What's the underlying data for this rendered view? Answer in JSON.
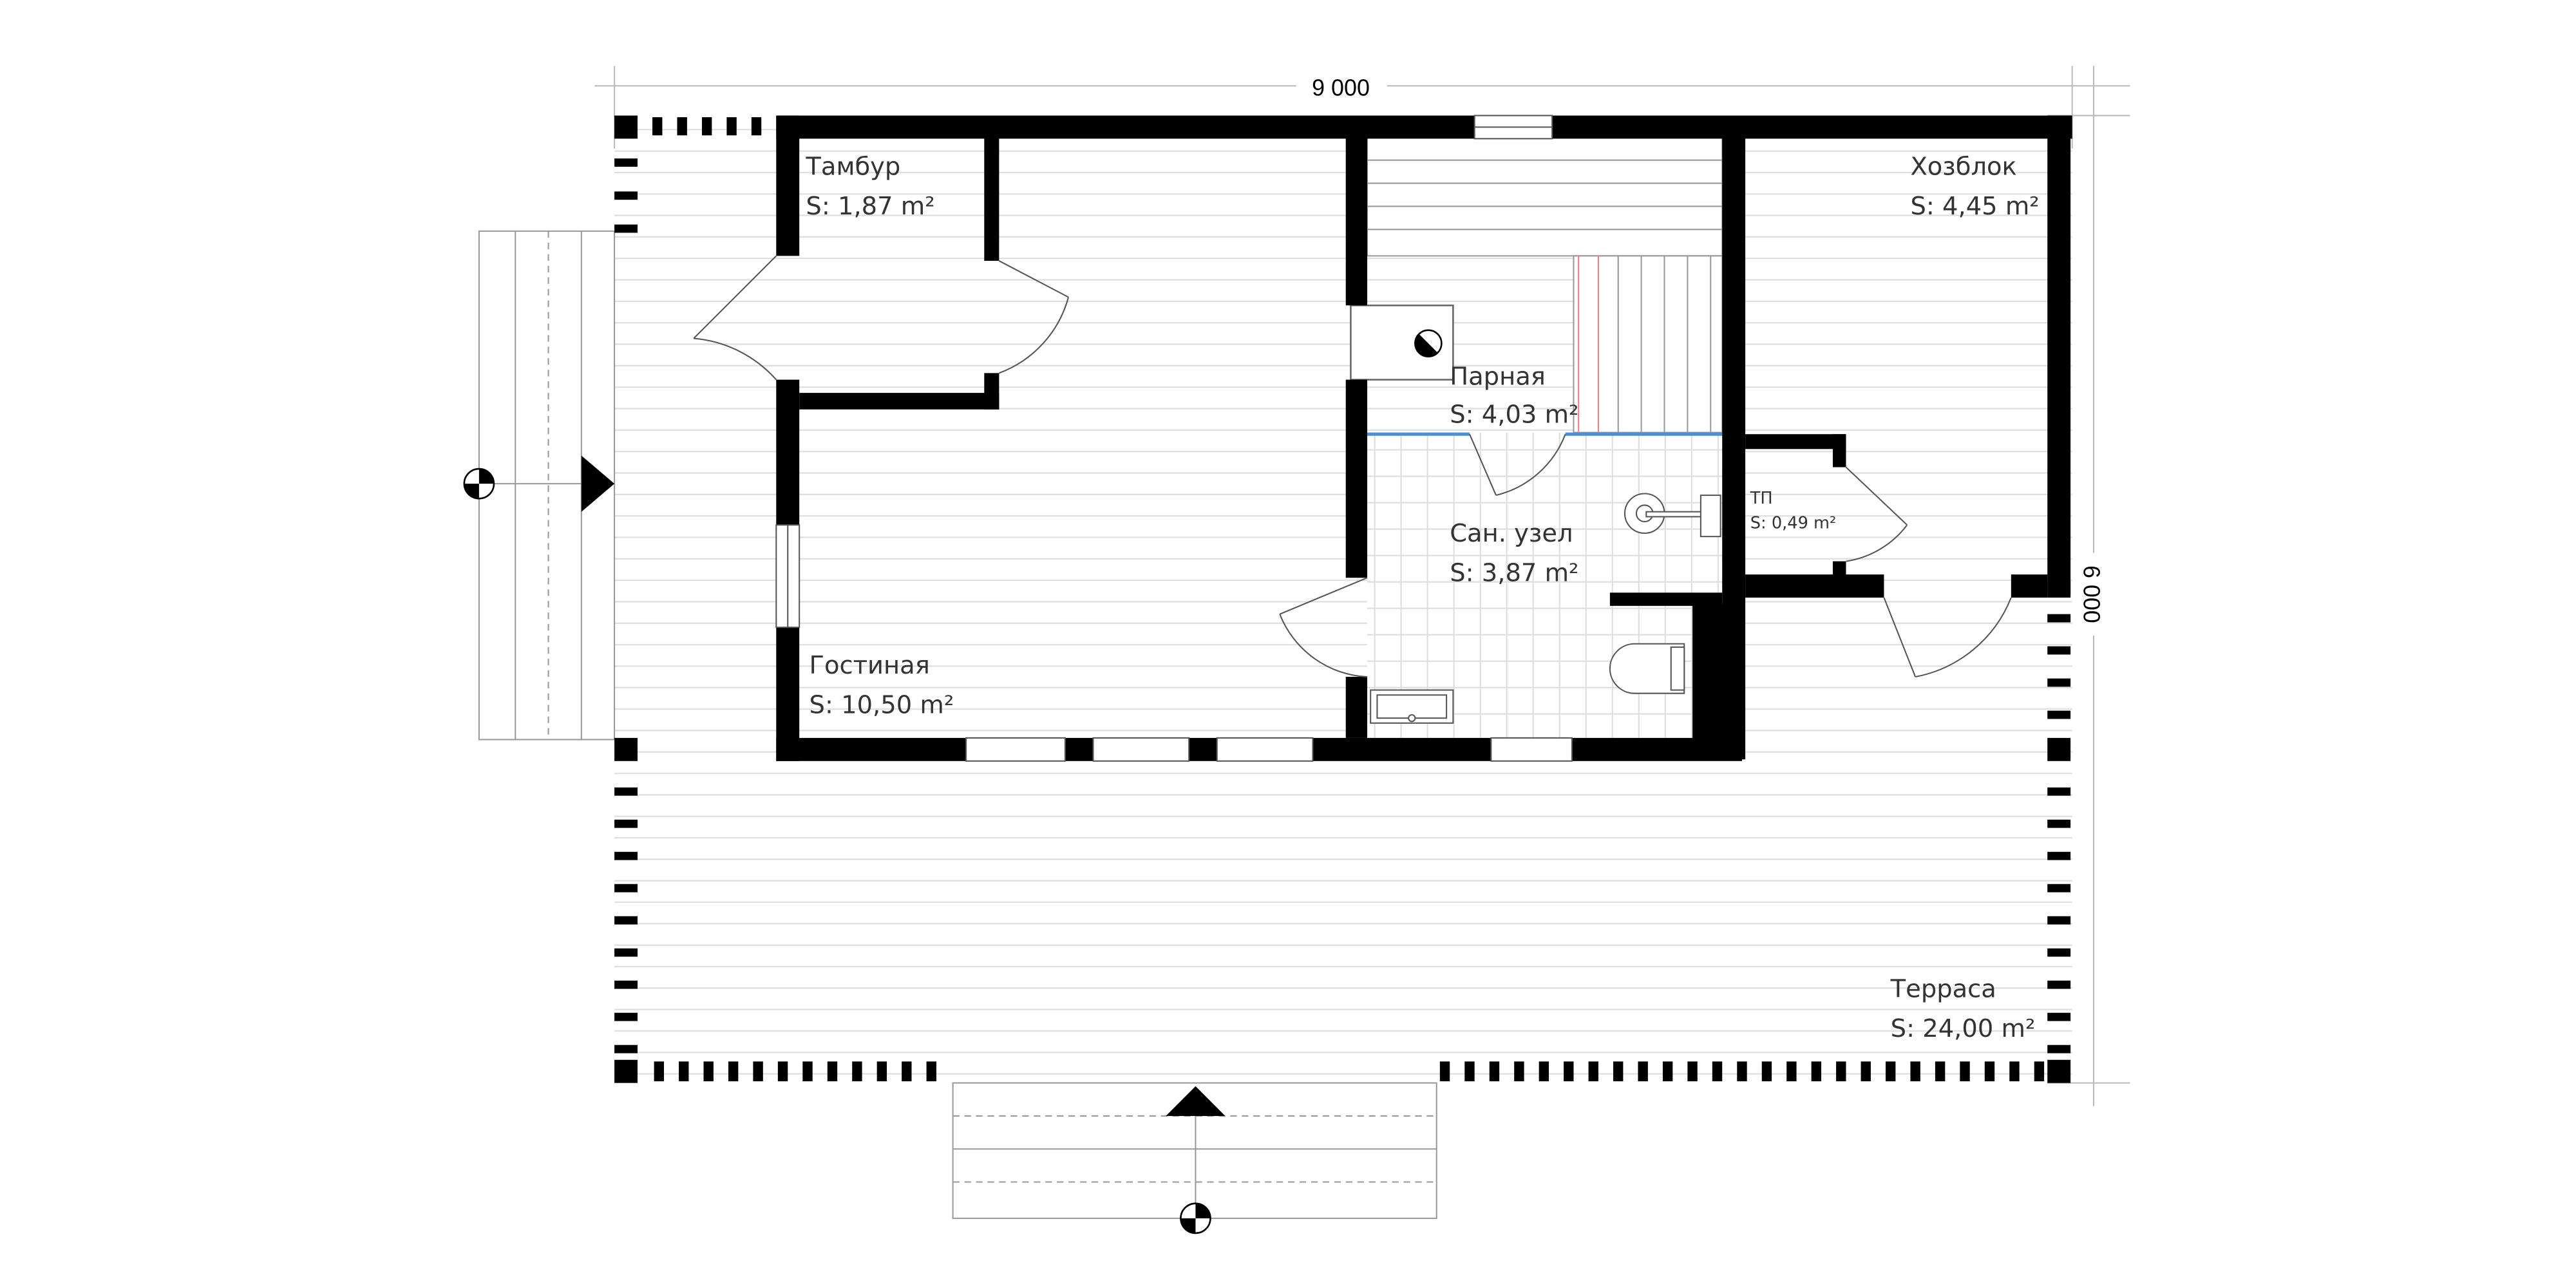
{
  "dimensions": {
    "width": "9 000",
    "height": "6 000"
  },
  "rooms": [
    {
      "id": "tambur",
      "name": "Тамбур",
      "area": "S: 1,87 m²"
    },
    {
      "id": "hozblok",
      "name": "Хозблок",
      "area": "S: 4,45 m²"
    },
    {
      "id": "parnaya",
      "name": "Парная",
      "area": "S: 4,03 m²"
    },
    {
      "id": "tp",
      "name": "ТП",
      "area": "S: 0,49 m²"
    },
    {
      "id": "san-uzel",
      "name": "Сан. узел",
      "area": "S: 3,87 m²"
    },
    {
      "id": "gostinaya",
      "name": "Гостиная",
      "area": "S: 10,50 m²"
    },
    {
      "id": "terrasa",
      "name": "Терраса",
      "area": "S: 24,00 m²"
    }
  ],
  "colors": {
    "wall": "#000000",
    "grid": "#d9d9d9",
    "bench_red": "#f08080",
    "blue_line": "#4a90d9"
  }
}
